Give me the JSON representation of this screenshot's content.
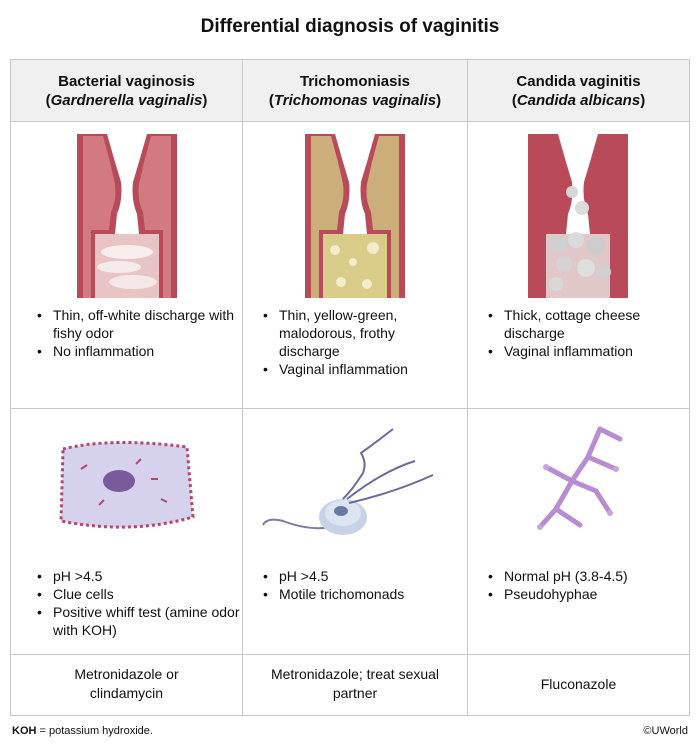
{
  "title": "Differential diagnosis of vaginitis",
  "columns": [
    {
      "name": "Bacterial vaginosis",
      "organism": "Gardnerella vaginalis",
      "symptoms": [
        "Thin, off-white discharge with fishy odor",
        "No inflammation"
      ],
      "findings": [
        "pH >4.5",
        "Clue cells",
        "Positive whiff test (amine odor with KOH)"
      ],
      "treatment": "Metronidazole or clindamycin"
    },
    {
      "name": "Trichomoniasis",
      "organism": "Trichomonas vaginalis",
      "symptoms": [
        "Thin, yellow-green, malodorous, frothy discharge",
        "Vaginal inflammation"
      ],
      "findings": [
        "pH >4.5",
        "Motile trichomonads"
      ],
      "treatment": "Metronidazole; treat sexual partner"
    },
    {
      "name": "Candida vaginitis",
      "organism": "Candida albicans",
      "symptoms": [
        "Thick, cottage cheese discharge",
        "Vaginal inflammation"
      ],
      "findings": [
        "Normal pH (3.8-4.5)",
        "Pseudohyphae"
      ],
      "treatment": "Fluconazole"
    }
  ],
  "footnote": {
    "term": "KOH",
    "definition": " = potassium hydroxide."
  },
  "copyright": "©UWorld"
}
